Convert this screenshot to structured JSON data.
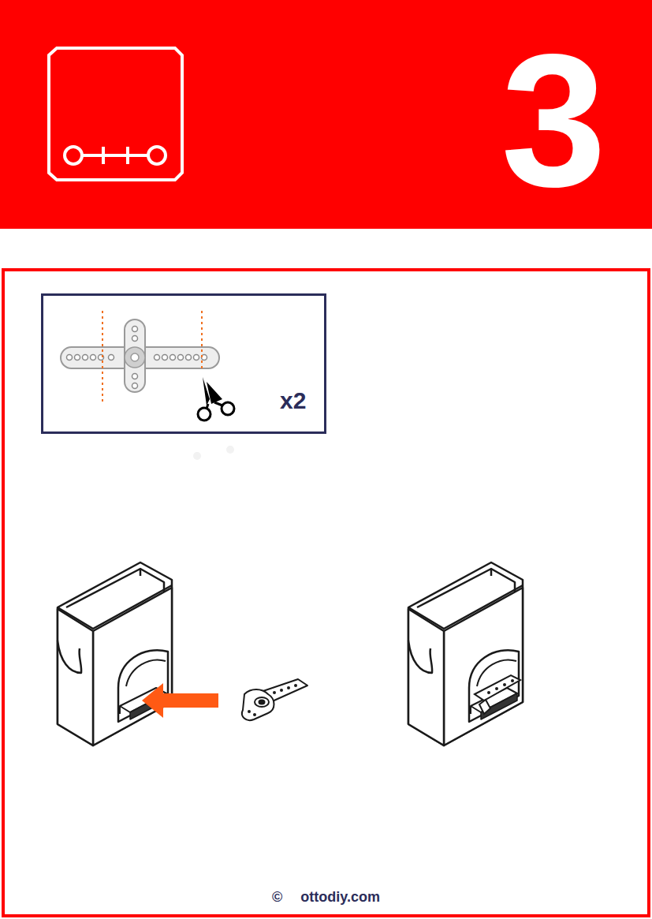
{
  "diagram": {
    "nodes": [
      {
        "text": [
          "3"
        ]
      },
      {
        "text": [
          "© ottodiy.com"
        ]
      },
      {
        "text": [
          "x2"
        ],
        "in": 1
      }
    ]
  }
}
